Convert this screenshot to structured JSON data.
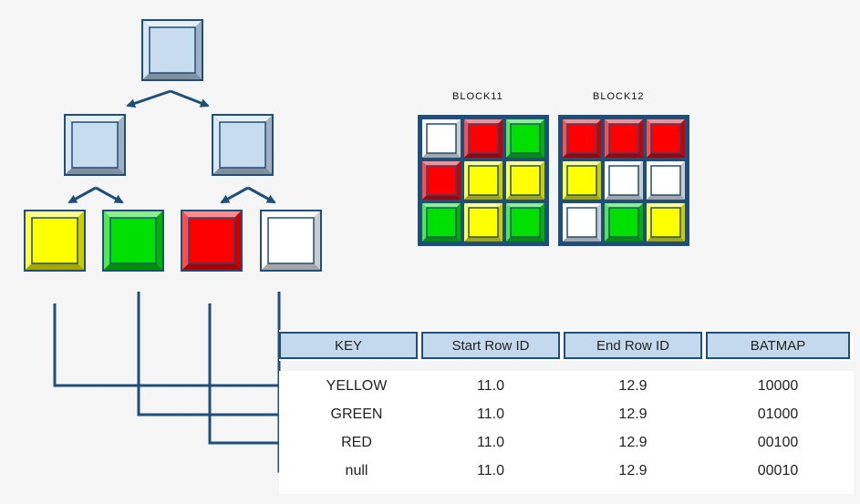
{
  "tree": {
    "root": {
      "fill": "#c8dcf0"
    },
    "mid": [
      {
        "fill": "#c8dcf0"
      },
      {
        "fill": "#c8dcf0"
      }
    ],
    "leaves": [
      {
        "key": "YELLOW",
        "fill": "#ffff00"
      },
      {
        "key": "GREEN",
        "fill": "#00e000"
      },
      {
        "key": "RED",
        "fill": "#ff0000"
      },
      {
        "key": "null",
        "fill": "#ffffff"
      }
    ]
  },
  "blocks": [
    {
      "label": "BLOCK11",
      "cells": [
        "white",
        "red",
        "green",
        "red",
        "yellow",
        "yellow",
        "green",
        "yellow",
        "green"
      ]
    },
    {
      "label": "BLOCK12",
      "cells": [
        "red",
        "red",
        "red",
        "yellow",
        "white",
        "white",
        "white",
        "green",
        "yellow"
      ]
    }
  ],
  "colors": {
    "red": "#ff0000",
    "green": "#00e000",
    "yellow": "#ffff00",
    "white": "#ffffff",
    "frame": "#1e4f7a"
  },
  "table": {
    "headers": [
      "KEY",
      "Start Row ID",
      "End Row ID",
      "BATMAP"
    ],
    "rows": [
      [
        "YELLOW",
        "11.0",
        "12.9",
        "10000"
      ],
      [
        "GREEN",
        "11.0",
        "12.9",
        "01000"
      ],
      [
        "RED",
        "11.0",
        "12.9",
        "00100"
      ],
      [
        "null",
        "11.0",
        "12.9",
        "00010"
      ]
    ]
  }
}
